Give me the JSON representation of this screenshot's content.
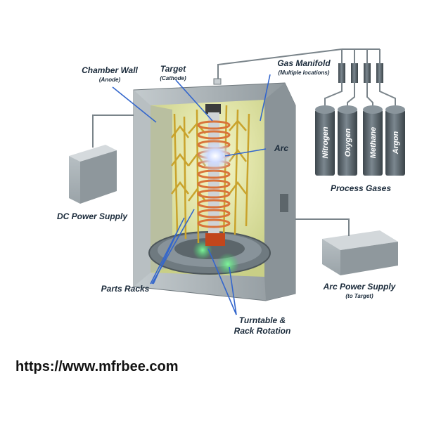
{
  "labels": {
    "chamber_wall": "Chamber Wall",
    "chamber_wall_sub": "(Anode)",
    "target": "Target",
    "target_sub": "(Cathode)",
    "gas_manifold": "Gas Manifold",
    "gas_manifold_sub": "(Multiple locations)",
    "arc": "Arc",
    "process_gases": "Process Gases",
    "dc_power_supply": "DC Power Supply",
    "arc_power_supply": "Arc Power Supply",
    "arc_power_supply_sub": "(to Target)",
    "parts_racks": "Parts Racks",
    "turntable_line1": "Turntable &",
    "turntable_line2": "Rack Rotation"
  },
  "gases": [
    "Nitrogen",
    "Oxygen",
    "Methane",
    "Argon"
  ],
  "footer": {
    "url": "https://www.mfrbee.com"
  },
  "colors": {
    "pointer": "#3366cc",
    "cylinder": "#5b6770",
    "chamber": "#a9b1b5",
    "glow_yellow": "#eef0a8",
    "coil": "#d9733a",
    "green_glow": "#43d36a"
  }
}
